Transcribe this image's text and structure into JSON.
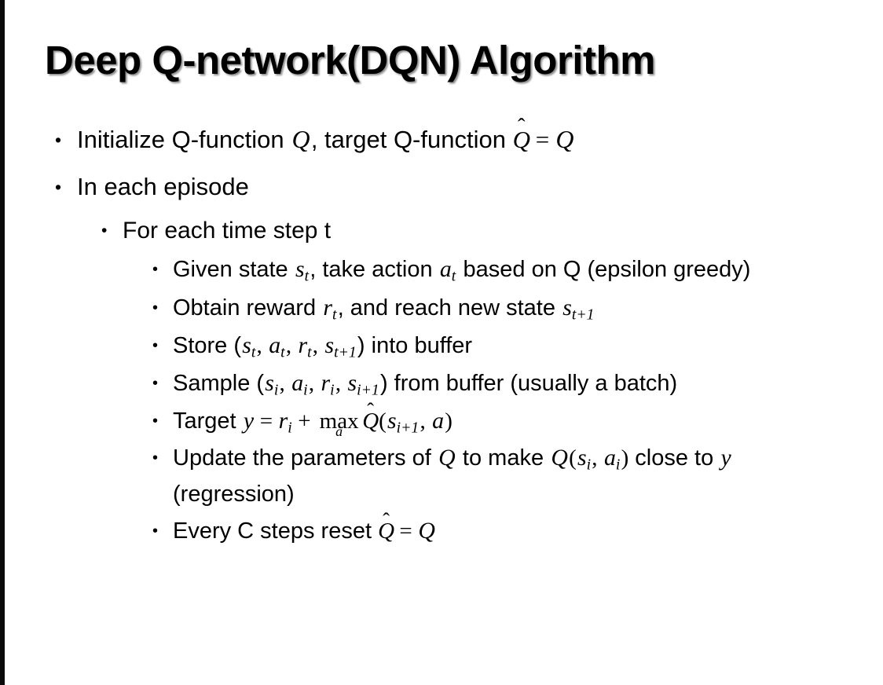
{
  "slide": {
    "title": "Deep Q-network(DQN) Algorithm",
    "background_color": "#ffffff",
    "text_color": "#000000",
    "edge_bar_color": "#0a0a0a"
  },
  "bullets": {
    "b1": {
      "marker": "•",
      "pre": "Initialize Q-function ",
      "var_q1": "Q",
      "mid": ", target Q-function ",
      "qhat": "Q",
      "hat": "̂",
      "eq": "=",
      "var_q2": "Q"
    },
    "b2": {
      "marker": "•",
      "text": "In each episode"
    },
    "b3": {
      "marker": "•",
      "text": "For each time step t"
    },
    "b4": {
      "marker": "•",
      "pre": "Given state ",
      "var_s": "s",
      "sub_s": "t",
      "mid": ", take action ",
      "var_a": "a",
      "sub_a": "t",
      "post": " based on Q (epsilon greedy)"
    },
    "b5": {
      "marker": "•",
      "pre": "Obtain reward ",
      "var_r": "r",
      "sub_r": "t",
      "mid": ", and reach new state ",
      "var_s": "s",
      "sub_s": "t+1"
    },
    "b6": {
      "marker": "•",
      "pre": "Store (",
      "var_s": "s",
      "sub_s": "t",
      "c1": ", ",
      "var_a": "a",
      "sub_a": "t",
      "c2": ", ",
      "var_r": "r",
      "sub_r": "t",
      "c3": ", ",
      "var_s2": "s",
      "sub_s2": "t+1",
      "post": ") into buffer"
    },
    "b7": {
      "marker": "•",
      "pre": "Sample (",
      "var_s": "s",
      "sub_s": "i",
      "c1": ", ",
      "var_a": "a",
      "sub_a": "i",
      "c2": ", ",
      "var_r": "r",
      "sub_r": "i",
      "c3": ", ",
      "var_s2": "s",
      "sub_s2": "i+1",
      "post": ") from buffer (usually a batch)"
    },
    "b8": {
      "marker": "•",
      "pre": "Target ",
      "var_y": "y",
      "eq": "=",
      "var_r": "r",
      "sub_r": "i",
      "plus": "+",
      "max": "max",
      "max_limit": "a",
      "qhat": "Q",
      "hat": "̂",
      "paren_open": "(",
      "var_s": "s",
      "sub_s": "i+1",
      "comma": ", ",
      "var_a": "a",
      "paren_close": ")"
    },
    "b9": {
      "marker": "•",
      "pre": "Update the parameters of ",
      "var_q1": "Q",
      "mid": " to make ",
      "var_q2": "Q",
      "paren_open": "(",
      "var_s": "s",
      "sub_s": "i",
      "comma": ", ",
      "var_a": "a",
      "sub_a": "i",
      "paren_close": ")",
      "post": " close to ",
      "var_y": "y",
      "tail": " (regression)"
    },
    "b10": {
      "marker": "•",
      "pre": "Every C steps reset ",
      "qhat": "Q",
      "hat": "̂",
      "eq": "=",
      "var_q": "Q"
    }
  }
}
